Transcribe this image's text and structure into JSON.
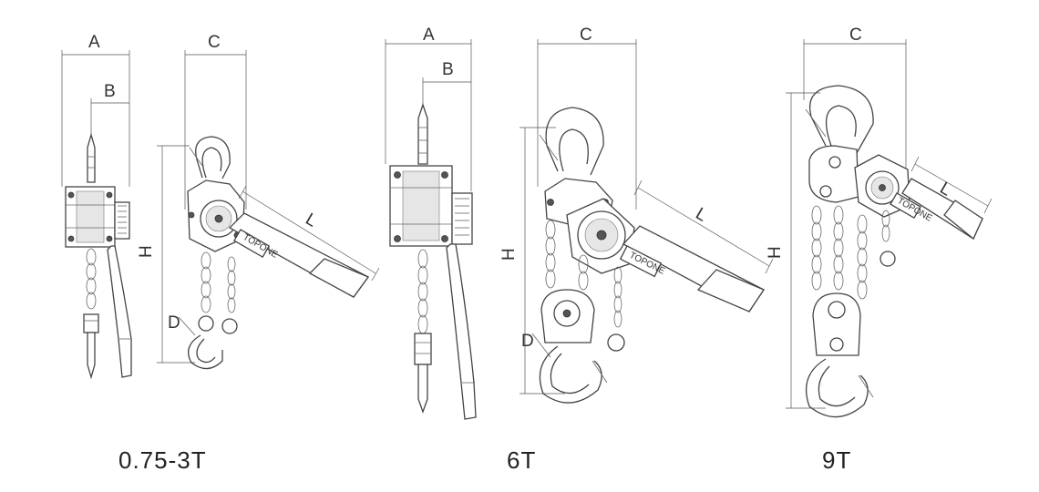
{
  "models": [
    {
      "caption": "0.75-3T",
      "dims": {
        "a": "A",
        "b": "B",
        "c": "C",
        "h": "H",
        "l": "L",
        "d": "D"
      },
      "brand": "TOPONE"
    },
    {
      "caption": "6T",
      "dims": {
        "a": "A",
        "b": "B",
        "c": "C",
        "h": "H",
        "l": "L",
        "d": "D"
      },
      "brand": "TOPONE"
    },
    {
      "caption": "9T",
      "dims": {
        "c": "C",
        "h": "H",
        "l": "L"
      },
      "brand": "TOPONE"
    }
  ]
}
